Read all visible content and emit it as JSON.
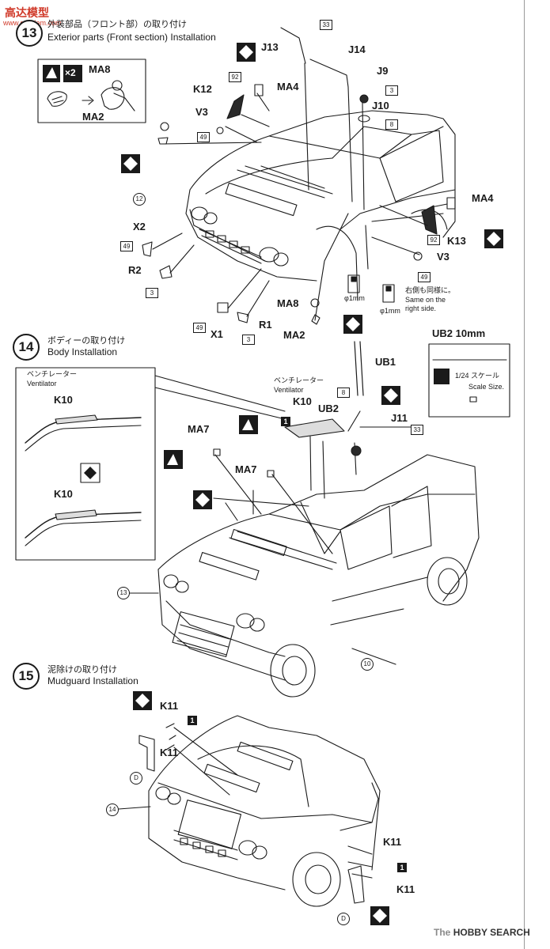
{
  "watermark": {
    "site_name": "高达模型",
    "site_url": "www.gundam.com"
  },
  "steps": [
    {
      "number": "13",
      "title_jp": "外装部品（フロント部）の取り付け",
      "title_en": "Exterior parts (Front section) Installation"
    },
    {
      "number": "14",
      "title_jp": "ボディーの取り付け",
      "title_en": "Body Installation"
    },
    {
      "number": "15",
      "title_jp": "泥除けの取り付け",
      "title_en": "Mudguard Installation"
    }
  ],
  "step13": {
    "inset": {
      "multiplier": "×2",
      "part_top": "MA8",
      "part_bottom": "MA2"
    },
    "labels": {
      "j13": "J13",
      "j14": "J14",
      "j9": "J9",
      "j10": "J10",
      "k12": "K12",
      "ma4_left": "MA4",
      "v3_left": "V3",
      "ma4_right": "MA4",
      "x2": "X2",
      "k13": "K13",
      "v3_right": "V3",
      "r2": "R2",
      "ma8": "MA8",
      "r1": "R1",
      "x1": "X1",
      "ma2": "MA2"
    },
    "paint": {
      "p33": "33",
      "p92a": "92",
      "p3a": "3",
      "p8a": "8",
      "p49a": "49",
      "p92b": "92",
      "p3b": "3",
      "p49b": "49",
      "p49c": "49",
      "p3c": "3",
      "p49d": "49"
    },
    "markers": {
      "m12": "12"
    },
    "drill": {
      "left": "φ1mm",
      "right": "φ1mm"
    },
    "right_side_note_jp": "右側も同様に。",
    "right_side_note_en": "Same on the right side."
  },
  "step14": {
    "ub2_spec": "UB2  10mm",
    "scale_jp": "1/24 スケール",
    "scale_en": "Scale Size.",
    "ventilator_jp": "ベンチレーター",
    "ventilator_en": "Ventilator",
    "labels": {
      "k10_top": "K10",
      "k10_bottom": "K10",
      "k10_main": "K10",
      "ub1": "UB1",
      "ub2": "UB2",
      "j11": "J11",
      "ma7_top": "MA7",
      "ma7_mid": "MA7"
    },
    "paint": {
      "p8": "8",
      "p1": "1",
      "p33": "33"
    },
    "markers": {
      "m13": "13",
      "m10": "10"
    }
  },
  "step15": {
    "labels": {
      "k11_a": "K11",
      "k11_b": "K11",
      "k11_c": "K11",
      "k11_d": "K11"
    },
    "paint": {
      "p1a": "1",
      "p1b": "1"
    },
    "markers": {
      "m14": "14",
      "d_left": "D",
      "d_right": "D"
    }
  },
  "footer": {
    "brand_prefix": "The",
    "brand": "HOBBY SEARCH"
  }
}
